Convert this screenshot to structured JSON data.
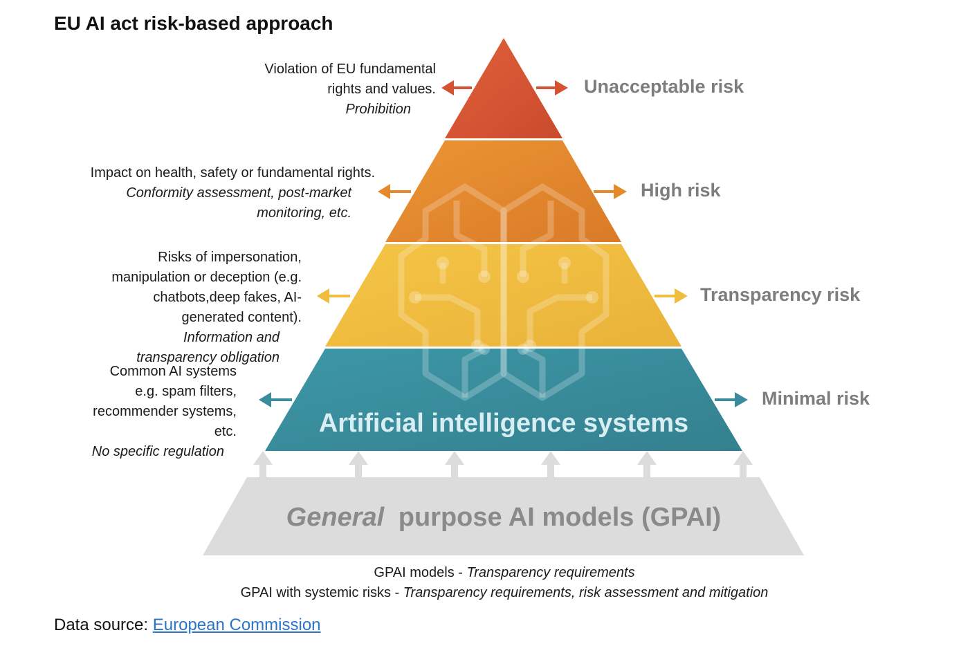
{
  "title": "EU AI act risk-based approach",
  "levels": [
    {
      "risk": "Unacceptable risk",
      "desc": "Violation of EU fundamental rights and values.",
      "measure": "Prohibition",
      "color": "#d45231"
    },
    {
      "risk": "High risk",
      "desc": "Impact on health, safety or fundamental rights.",
      "measure": "Conformity assessment, post-market monitoring, etc.",
      "color": "#e58a2c"
    },
    {
      "risk": "Transparency risk",
      "desc": "Risks of impersonation, manipulation or deception (e.g. chatbots,deep fakes, AI-generated content).",
      "measure": "Information and transparency obligation",
      "color": "#f0bc3e"
    },
    {
      "risk": "Minimal risk",
      "desc": "Common AI systems e.g. spam filters, recommender systems, etc.",
      "measure": "No specific regulation",
      "color": "#3a8c9c"
    }
  ],
  "ai_systems_label": "Artificial intelligence systems",
  "gpai": {
    "label_italic": "General",
    "label_rest": "purpose AI models (GPAI)",
    "color": "#dcdcdc",
    "notes": [
      {
        "subject": "GPAI models - ",
        "requirement": "Transparency requirements"
      },
      {
        "subject": "GPAI with systemic risks - ",
        "requirement": "Transparency requirements, risk assessment and mitigation"
      }
    ]
  },
  "source": {
    "label": "Data source:",
    "link": "European Commission",
    "link_color": "#2a75c7"
  }
}
